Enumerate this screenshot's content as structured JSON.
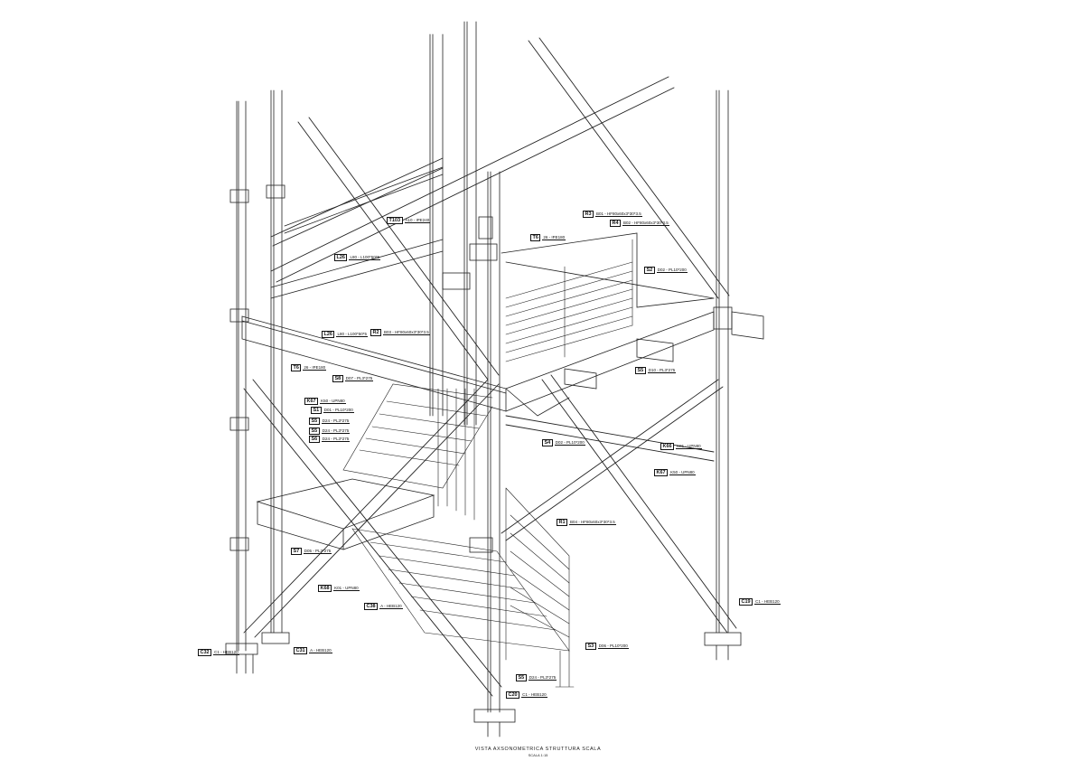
{
  "drawing": {
    "caption_title": "VISTA AXSONOMETRICA STRUTTURA SCALA",
    "caption_scale": "SCALA 1:15"
  },
  "labels": [
    {
      "code": "T103",
      "desc": "A10 - IPE240"
    },
    {
      "code": "L26",
      "desc": "L80 - L100*50*5"
    },
    {
      "code": "L26",
      "desc": "L80 - L100*50*5"
    },
    {
      "code": "T6",
      "desc": "26 - IPE180"
    },
    {
      "code": "T6",
      "desc": "26 - IPE180"
    },
    {
      "code": "R3",
      "desc": "B01 - HF80x60x3*30*3.5"
    },
    {
      "code": "R4",
      "desc": "B02 - HF80x60x3*30*3.5"
    },
    {
      "code": "R2",
      "desc": "B03 - HF80x60x3*30*3.5"
    },
    {
      "code": "S2",
      "desc": "D02 - PL10*200"
    },
    {
      "code": "S5",
      "desc": "D10 - PL3*275"
    },
    {
      "code": "S8",
      "desc": "D07 - PL3*275"
    },
    {
      "code": "K67",
      "desc": "K50 - UPN80"
    },
    {
      "code": "S1",
      "desc": "D01 - PL10*200"
    },
    {
      "code": "S5",
      "desc": "D24 - PL3*275"
    },
    {
      "code": "S5",
      "desc": "D24 - PL3*275"
    },
    {
      "code": "S6",
      "desc": "D24 - PL3*275"
    },
    {
      "code": "S4",
      "desc": "D02 - PL10*200"
    },
    {
      "code": "K66",
      "desc": "K01 - UPN80"
    },
    {
      "code": "K67",
      "desc": "K50 - UPN80"
    },
    {
      "code": "R1",
      "desc": "B04 - HF80x60x3*30*3.5"
    },
    {
      "code": "S7",
      "desc": "D05 - PL3*275"
    },
    {
      "code": "K68",
      "desc": "K01 - UPN80"
    },
    {
      "code": "C38",
      "desc": "A - HEB120"
    },
    {
      "code": "C19",
      "desc": "C1 - HEB120"
    },
    {
      "code": "S3",
      "desc": "D06 - PL10*200"
    },
    {
      "code": "C32",
      "desc": "C1 - HEB120"
    },
    {
      "code": "C31",
      "desc": "A - HEB120"
    },
    {
      "code": "S5",
      "desc": "D24 - PL3*275"
    },
    {
      "code": "C20",
      "desc": "C1 - HEB120"
    }
  ]
}
